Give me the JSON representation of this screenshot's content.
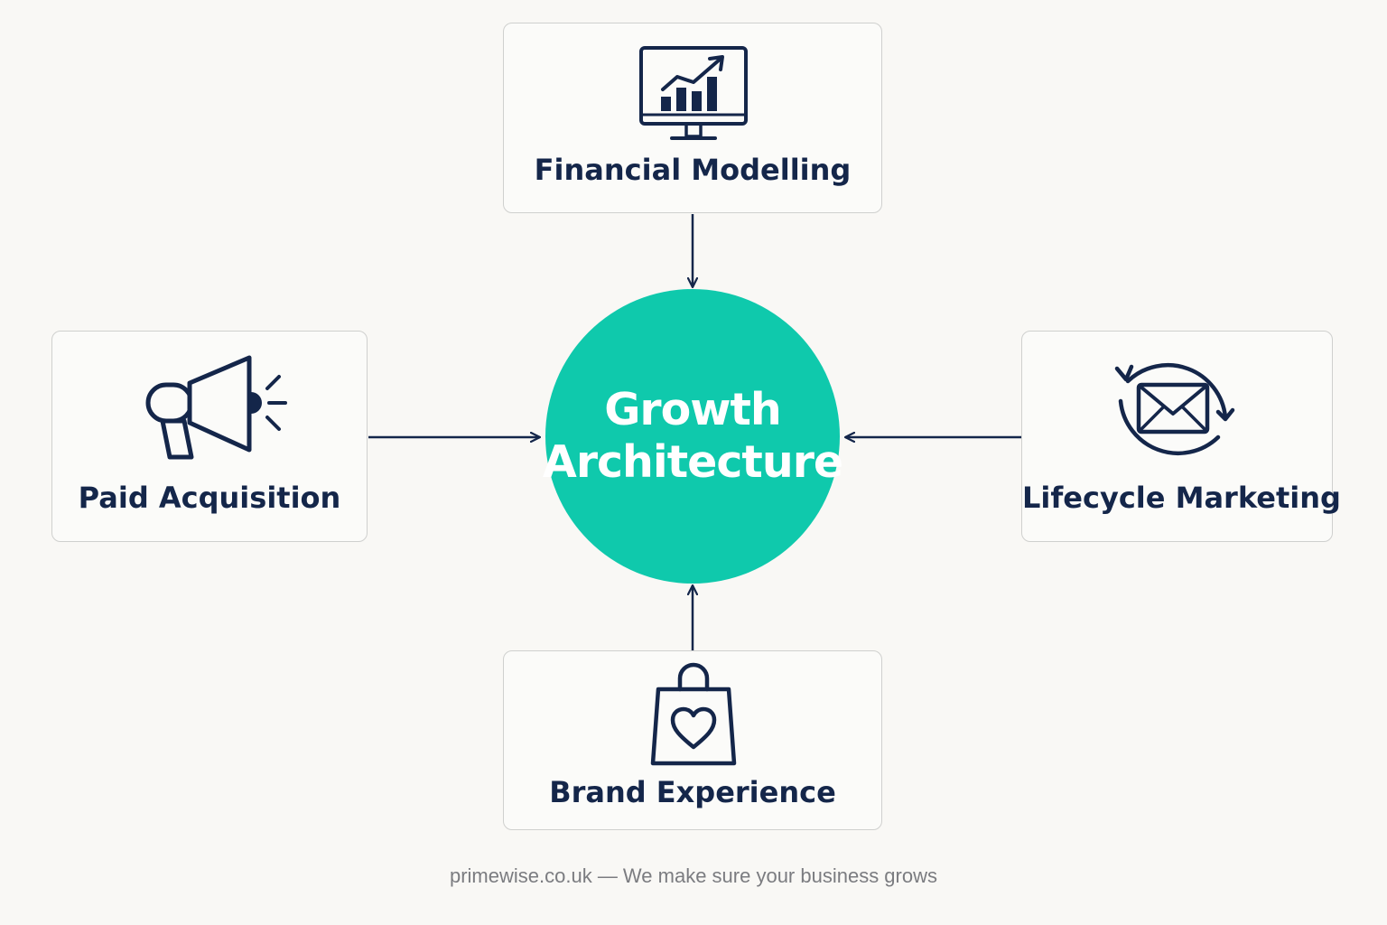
{
  "hub": {
    "line1": "Growth",
    "line2": "Architecture",
    "color": "#0fc9ac"
  },
  "nodes": {
    "financial": {
      "label": "Financial Modelling",
      "icon": "monitor-chart-icon"
    },
    "paid": {
      "label": "Paid Acquisition",
      "icon": "megaphone-icon"
    },
    "lifecycle": {
      "label": "Lifecycle Marketing",
      "icon": "email-cycle-icon"
    },
    "brand": {
      "label": "Brand Experience",
      "icon": "shopping-bag-heart-icon"
    }
  },
  "footer": "primewise.co.uk — We make sure your business grows",
  "colors": {
    "ink": "#14264a",
    "background": "#f9f8f5",
    "card_border": "#cfd0ce",
    "footer_text": "#7b7c80"
  }
}
